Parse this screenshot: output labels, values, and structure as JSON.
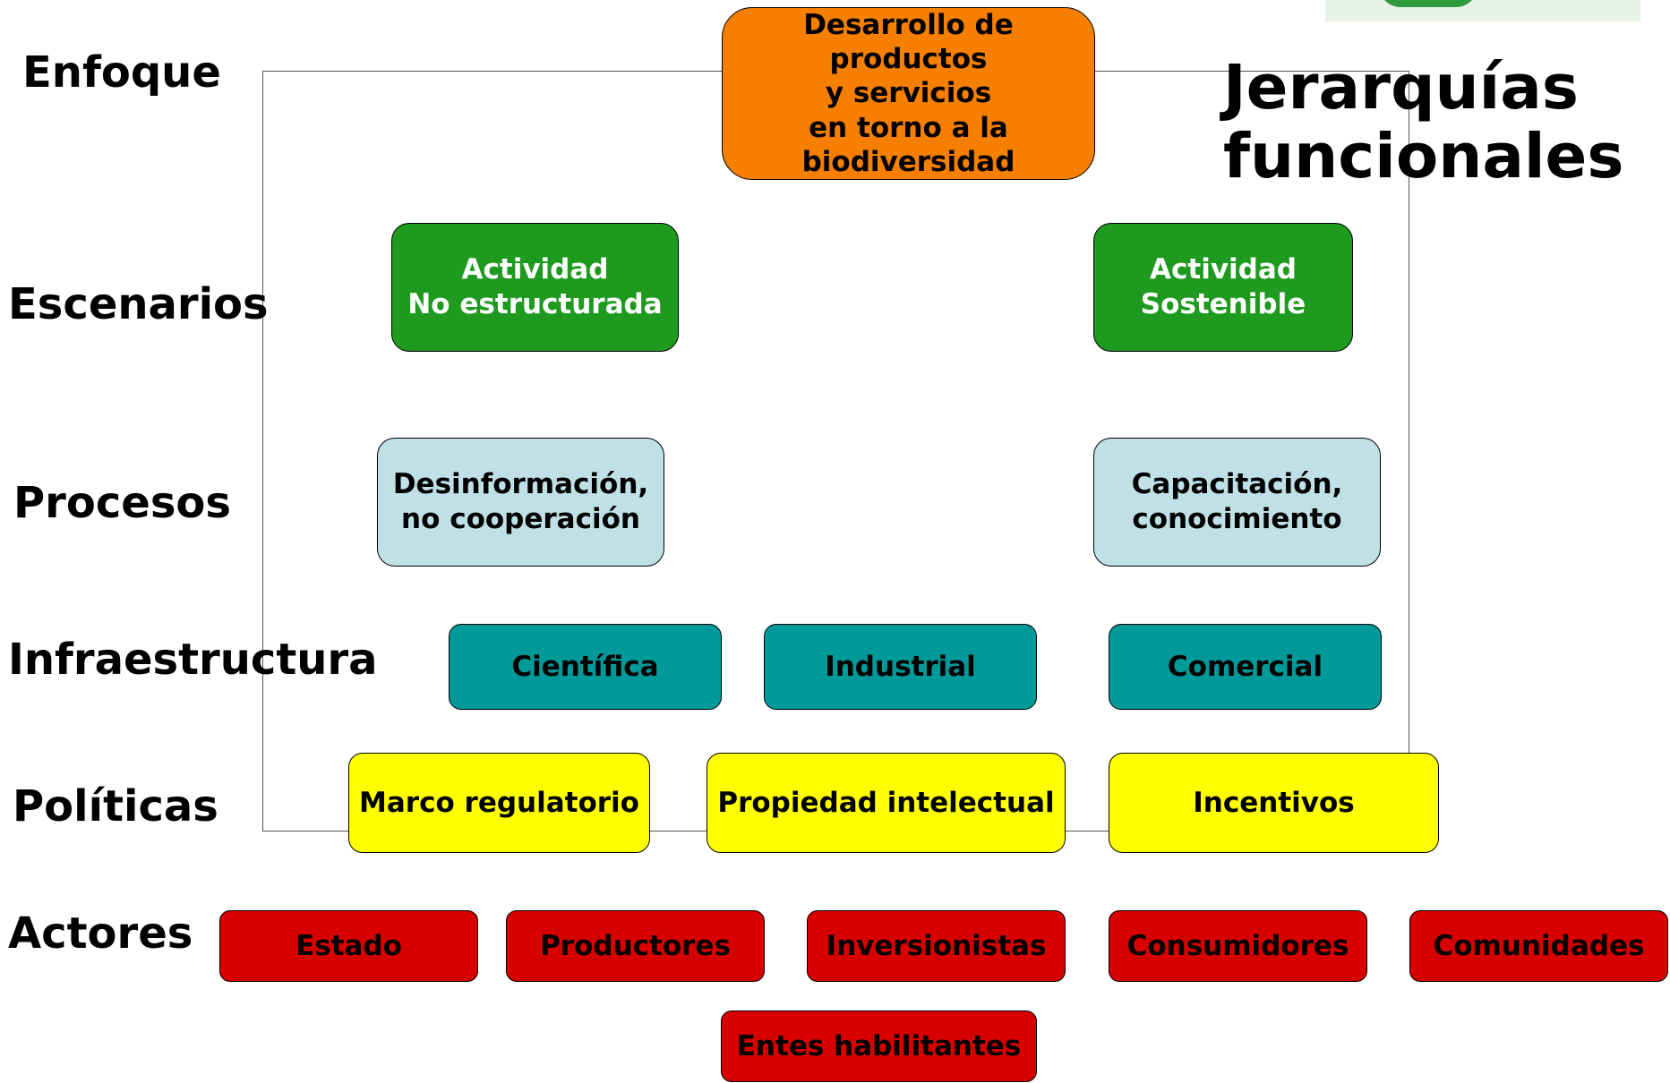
{
  "title": "Jerarquías\nfuncionales",
  "row_labels": {
    "enfoque": "Enfoque",
    "escenarios": "Escenarios",
    "procesos": "Procesos",
    "infraestructura": "Infraestructura",
    "politicas": "Políticas",
    "actores": "Actores"
  },
  "enfoque": {
    "text": "Desarrollo de\nproductos\ny servicios\nen torno a la\nbiodiversidad"
  },
  "escenarios": {
    "left": "Actividad\nNo estructurada",
    "right": "Actividad\nSostenible"
  },
  "procesos": {
    "left": "Desinformación,\nno cooperación",
    "right": "Capacitación,\nconocimiento"
  },
  "infraestructura": [
    "Científica",
    "Industrial",
    "Comercial"
  ],
  "politicas": [
    "Marco regulatorio",
    "Propiedad intelectual",
    "Incentivos"
  ],
  "actores": [
    "Estado",
    "Productores",
    "Inversionistas",
    "Consumidores",
    "Comunidades",
    "Entes habilitantes"
  ],
  "colors": {
    "enfoque": "#f77f00",
    "escenarios": "#1e9a1e",
    "procesos": "#bfe0e6",
    "infraestructura": "#009999",
    "politicas": "#ffff00",
    "actores": "#d70000"
  }
}
